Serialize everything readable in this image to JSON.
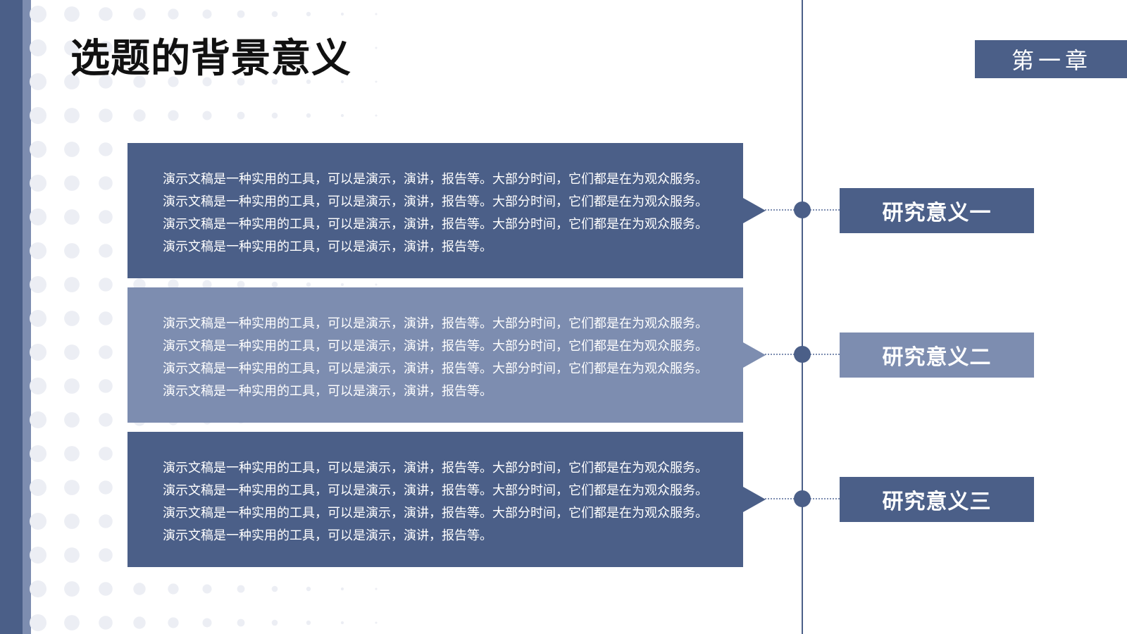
{
  "title": "选题的背景意义",
  "chapter": "第一章",
  "colors": {
    "dark": "#4b5f88",
    "light": "#7d8db0",
    "dot": "#eceef4"
  },
  "items": [
    {
      "label": "研究意义一",
      "text": "演示文稿是一种实用的工具，可以是演示，演讲，报告等。大部分时间，它们都是在为观众服务。演示文稿是一种实用的工具，可以是演示，演讲，报告等。大部分时间，它们都是在为观众服务。演示文稿是一种实用的工具，可以是演示，演讲，报告等。大部分时间，它们都是在为观众服务。演示文稿是一种实用的工具，可以是演示，演讲，报告等。",
      "color": "#4b5f88"
    },
    {
      "label": "研究意义二",
      "text": "演示文稿是一种实用的工具，可以是演示，演讲，报告等。大部分时间，它们都是在为观众服务。演示文稿是一种实用的工具，可以是演示，演讲，报告等。大部分时间，它们都是在为观众服务。演示文稿是一种实用的工具，可以是演示，演讲，报告等。大部分时间，它们都是在为观众服务。演示文稿是一种实用的工具，可以是演示，演讲，报告等。",
      "color": "#7d8db0"
    },
    {
      "label": "研究意义三",
      "text": "演示文稿是一种实用的工具，可以是演示，演讲，报告等。大部分时间，它们都是在为观众服务。演示文稿是一种实用的工具，可以是演示，演讲，报告等。大部分时间，它们都是在为观众服务。演示文稿是一种实用的工具，可以是演示，演讲，报告等。大部分时间，它们都是在为观众服务。演示文稿是一种实用的工具，可以是演示，演讲，报告等。",
      "color": "#4b5f88"
    }
  ]
}
